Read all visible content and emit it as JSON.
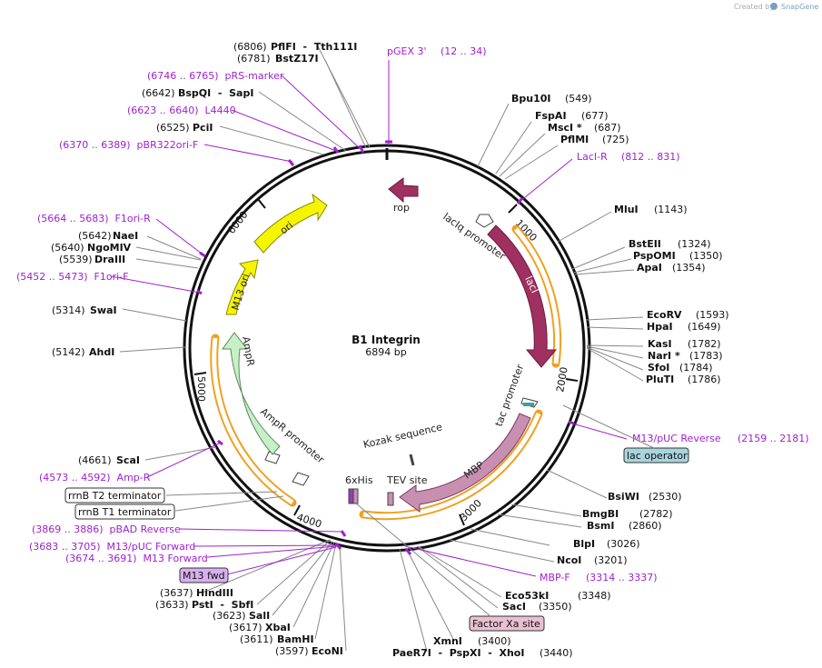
{
  "credit": {
    "text": "Created by",
    "brand": "SnapGene"
  },
  "plasmid": {
    "name": "B1 Integrin",
    "size": "6894 bp"
  },
  "ticks": [
    "1000",
    "2000",
    "3000",
    "4000",
    "5000",
    "6000"
  ],
  "features": {
    "rop": "rop",
    "lacIq_promoter": "lacIq promoter",
    "lacI": "lacI",
    "tac_promoter": "tac promoter",
    "MBP": "MBP",
    "kozak": "Kozak sequence",
    "tev": "TEV site",
    "his": "6xHis",
    "ampR_promoter": "AmpR promoter",
    "ampR": "AmpR",
    "m13ori": "M13 ori",
    "ori": "ori"
  },
  "boxes": {
    "lac_operator": "lac operator",
    "rrnb_t2": "rrnB T2 terminator",
    "rrnb_t1": "rrnB T1 terminator",
    "m13fwd": "M13 fwd",
    "factor_xa": "Factor Xa site"
  },
  "enzymes_right": [
    {
      "name": "Bpu10I",
      "pos": "(549)"
    },
    {
      "name": "FspAI",
      "pos": "(677)"
    },
    {
      "name": "MscI *",
      "pos": "(687)"
    },
    {
      "name": "PflMI",
      "pos": "(725)"
    },
    {
      "name": "MluI",
      "pos": "(1143)"
    },
    {
      "name": "BstEII",
      "pos": "(1324)"
    },
    {
      "name": "PspOMI",
      "pos": "(1350)"
    },
    {
      "name": "ApaI",
      "pos": "(1354)"
    },
    {
      "name": "EcoRV",
      "pos": "(1593)"
    },
    {
      "name": "HpaI",
      "pos": "(1649)"
    },
    {
      "name": "KasI",
      "pos": "(1782)"
    },
    {
      "name": "NarI *",
      "pos": "(1783)"
    },
    {
      "name": "SfoI",
      "pos": "(1784)"
    },
    {
      "name": "PluTI",
      "pos": "(1786)"
    },
    {
      "name": "BsiWI",
      "pos": "(2530)"
    },
    {
      "name": "BmgBI",
      "pos": "(2782)"
    },
    {
      "name": "BsmI",
      "pos": "(2860)"
    },
    {
      "name": "BlpI",
      "pos": "(3026)"
    },
    {
      "name": "NcoI",
      "pos": "(3201)"
    },
    {
      "name": "Eco53kI",
      "pos": "(3348)"
    },
    {
      "name": "SacI",
      "pos": "(3350)"
    },
    {
      "name": "XmnI",
      "pos": "(3400)"
    },
    {
      "name": "PaeR7I  -  PspXI  -  XhoI",
      "pos": "(3440)"
    }
  ],
  "enzymes_left": [
    {
      "pos": "(6806)",
      "name": "PflFI  -  Tth111I"
    },
    {
      "pos": "(6781)",
      "name": "BstZ17I"
    },
    {
      "pos": "(6642)",
      "name": "BspQI  -  SapI"
    },
    {
      "pos": "(6525)",
      "name": "PciI"
    },
    {
      "pos": "(5642)",
      "name": "NaeI"
    },
    {
      "pos": "(5640)",
      "name": "NgoMIV"
    },
    {
      "pos": "(5539)",
      "name": "DraIII"
    },
    {
      "pos": "(5314)",
      "name": "SwaI"
    },
    {
      "pos": "(5142)",
      "name": "AhdI"
    },
    {
      "pos": "(4661)",
      "name": "ScaI"
    },
    {
      "pos": "(3637)",
      "name": "HindIII"
    },
    {
      "pos": "(3633)",
      "name": "PstI  -  SbfI"
    },
    {
      "pos": "(3623)",
      "name": "SalI"
    },
    {
      "pos": "(3617)",
      "name": "XbaI"
    },
    {
      "pos": "(3611)",
      "name": "BamHI"
    },
    {
      "pos": "(3597)",
      "name": "EcoNI"
    }
  ],
  "primers": {
    "pgex3": {
      "name": "pGEX 3'",
      "range": "(12 .. 34)"
    },
    "prs": "(6746 .. 6765)  pRS-marker",
    "l4440": "(6623 .. 6640)  L4440",
    "pbr322": "(6370 .. 6389)  pBR322ori-F",
    "f1orir": "(5664 .. 5683)  F1ori-R",
    "f1orif": "(5452 .. 5473)  F1ori-F",
    "ampr": "(4573 .. 4592)  Amp-R",
    "pbad": "(3869 .. 3886)  pBAD Reverse",
    "m13puc_fwd": "(3683 .. 3705)  M13/pUC Forward",
    "m13_fwd": "(3674 .. 3691)  M13 Forward",
    "laci_r": {
      "name": "LacI-R",
      "range": "(812 .. 831)"
    },
    "m13puc_rev": {
      "name": "M13/pUC Reverse",
      "range": "(2159 .. 2181)"
    },
    "mbpf": {
      "name": "MBP-F",
      "range": "(3314 .. 3337)"
    }
  }
}
